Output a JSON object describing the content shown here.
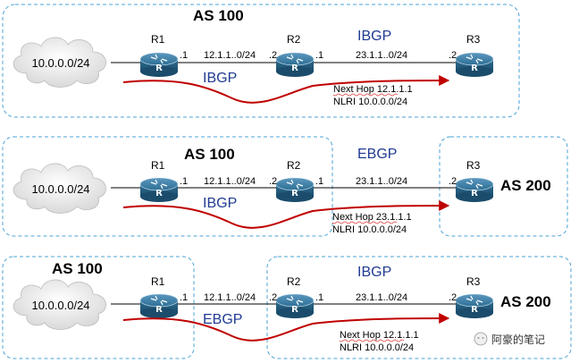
{
  "scenarios": [
    {
      "as_boxes": [
        {
          "label": "AS 100"
        }
      ],
      "routers": [
        {
          "name": "R1"
        },
        {
          "name": "R2"
        },
        {
          "name": "R3"
        }
      ],
      "cloud_label": "10.0.0.0/24",
      "links": [
        {
          "subnet": "12.1.1..0/24",
          "left_if": ".1",
          "right_if": ".2"
        },
        {
          "subnet": "23.1.1..0/24",
          "left_if": ".1",
          "right_if": ".2"
        }
      ],
      "session_labels": [
        "IBGP",
        "IBGP"
      ],
      "update": {
        "next_hop": "Next Hop 12.1.1.1",
        "nlri": "NLRI 10.0.0.0/24"
      }
    },
    {
      "as_boxes": [
        {
          "label": "AS 100"
        },
        {
          "label": "AS 200"
        }
      ],
      "routers": [
        {
          "name": "R1"
        },
        {
          "name": "R2"
        },
        {
          "name": "R3"
        }
      ],
      "cloud_label": "10.0.0.0/24",
      "links": [
        {
          "subnet": "12.1.1..0/24",
          "left_if": ".1",
          "right_if": ".2"
        },
        {
          "subnet": "23.1.1..0/24",
          "left_if": ".1",
          "right_if": ".2"
        }
      ],
      "session_labels": [
        "EBGP",
        "IBGP"
      ],
      "update": {
        "next_hop": "Next Hop 23.1.1.1",
        "nlri": "NLRI 10.0.0.0/24"
      }
    },
    {
      "as_boxes": [
        {
          "label": "AS 100"
        },
        {
          "label": "AS 200"
        }
      ],
      "routers": [
        {
          "name": "R1"
        },
        {
          "name": "R2"
        },
        {
          "name": "R3"
        }
      ],
      "cloud_label": "10.0.0.0/24",
      "links": [
        {
          "subnet": "12.1.1..0/24",
          "left_if": ".1",
          "right_if": ".2"
        },
        {
          "subnet": "23.1.1..0/24",
          "left_if": ".1",
          "right_if": ".2"
        }
      ],
      "session_labels": [
        "IBGP",
        "EBGP"
      ],
      "update": {
        "next_hop": "Next Hop 12.1.1.1",
        "nlri": "NLRI 10.0.0.0/24"
      }
    }
  ],
  "watermark": {
    "text": "阿豪的笔记",
    "icon": "wechat-icon"
  },
  "colors": {
    "box_border": "#4ba3d6",
    "arrow": "#c00000",
    "link": "#000000",
    "proto_text": "#1f3a93",
    "router": "#2e6f94"
  }
}
